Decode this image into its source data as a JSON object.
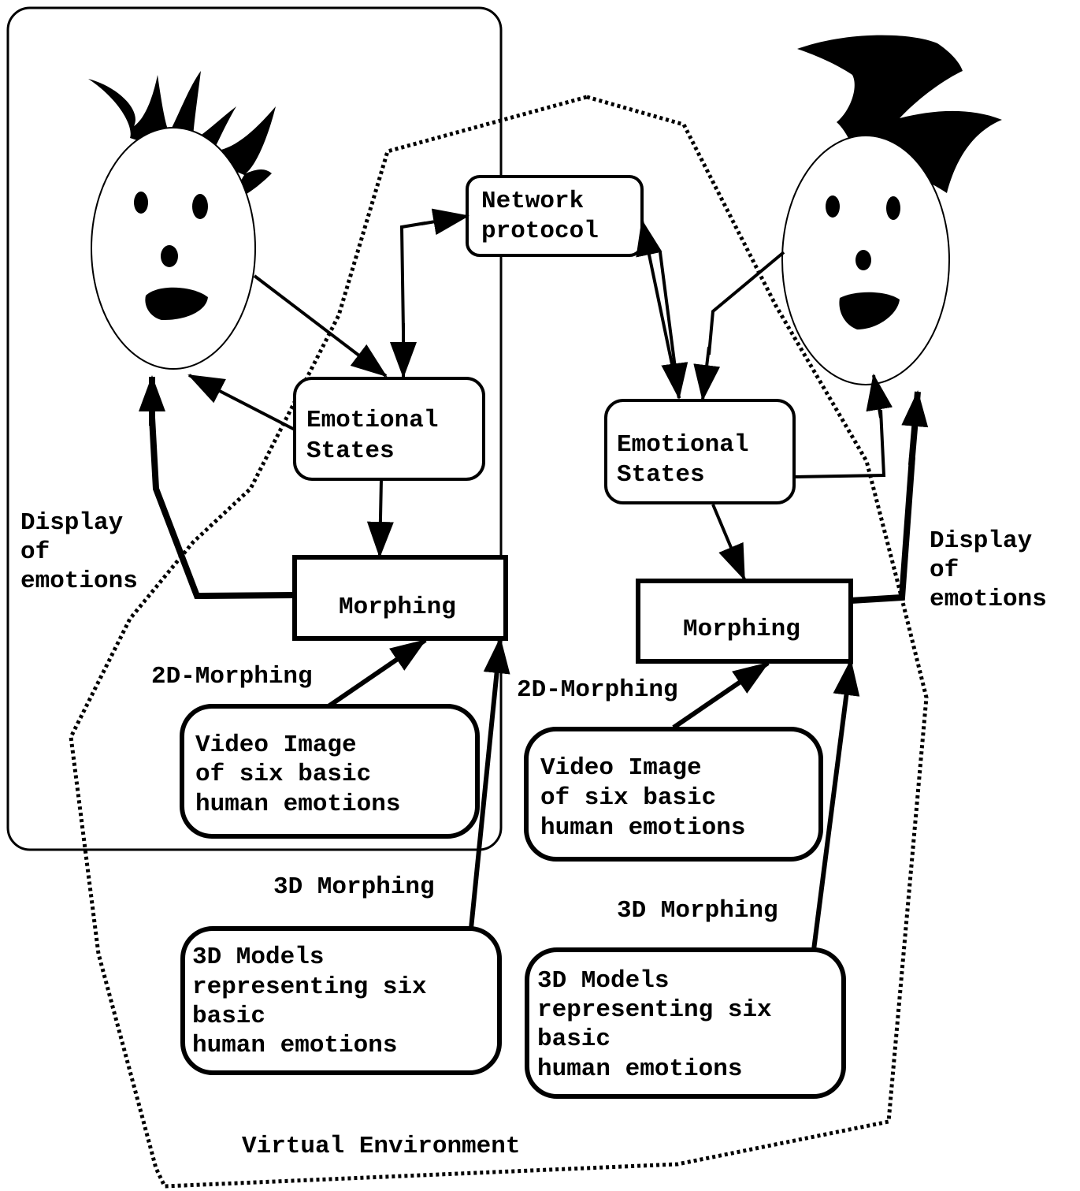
{
  "colors": {
    "ink": "#000000",
    "paper": "#ffffff"
  },
  "left": {
    "emotional_states": [
      "Emotional",
      "States"
    ],
    "morphing": "Morphing",
    "display": [
      "Display",
      "of",
      "emotions"
    ],
    "morph2d": "2D-Morphing",
    "video": [
      "Video Image",
      "of six basic",
      "human emotions"
    ],
    "morph3d": "3D Morphing",
    "models": [
      "3D Models",
      "representing six",
      "basic",
      "human emotions"
    ]
  },
  "network": [
    "Network",
    "protocol"
  ],
  "right": {
    "emotional_states": [
      "Emotional",
      "States"
    ],
    "morphing": "Morphing",
    "display": [
      "Display",
      "of",
      "emotions"
    ],
    "morph2d": "2D-Morphing",
    "video": [
      "Video Image",
      "of six basic",
      "human emotions"
    ],
    "morph3d": "3D Morphing",
    "models": [
      "3D Models",
      "representing six",
      "basic",
      "human emotions"
    ]
  },
  "virtual_env": "Virtual Environment"
}
